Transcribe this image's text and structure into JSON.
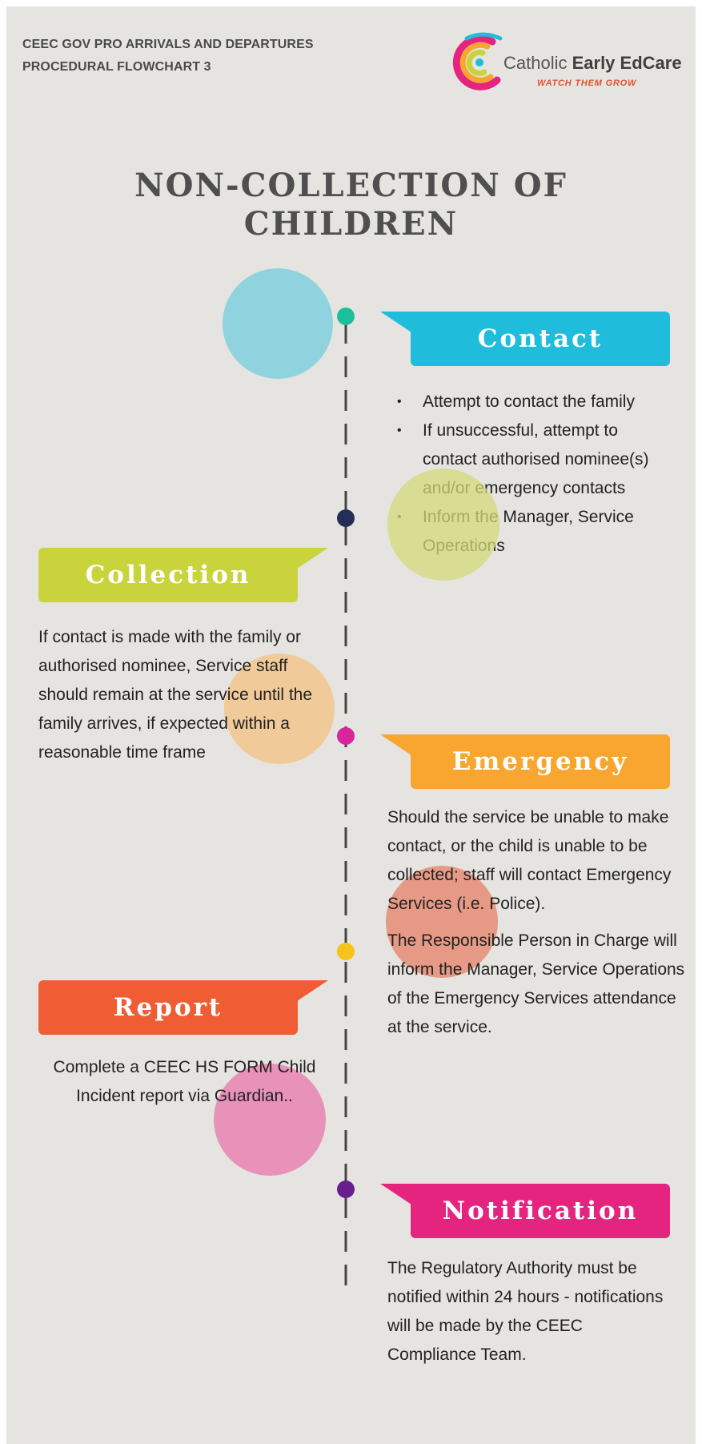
{
  "header": {
    "line1": "CEEC GOV PRO ARRIVALS AND DEPARTURES",
    "line2": "PROCEDURAL FLOWCHART 3"
  },
  "logo": {
    "name_regular": "Catholic ",
    "name_bold": "Early EdCare",
    "tagline": "WATCH THEM GROW"
  },
  "title": {
    "line1": "NON-COLLECTION OF",
    "line2": "CHILDREN"
  },
  "colors": {
    "background": "#e5e4e0",
    "contact": "#1fbcdc",
    "collection": "#c9d43d",
    "emergency": "#f8a630",
    "report": "#f05c33",
    "notification": "#e5247f"
  },
  "steps": {
    "contact": {
      "label": "Contact",
      "bullets": [
        "Attempt to contact the family",
        "If unsuccessful, attempt to contact authorised nominee(s) and/or emergency contacts",
        "Inform the Manager, Service Operations"
      ]
    },
    "collection": {
      "label": "Collection",
      "text": "If contact is made with the family or authorised nominee, Service staff should remain at the service until the family arrives, if expected within a reasonable time frame"
    },
    "emergency": {
      "label": "Emergency",
      "text1": "Should the service be unable to make contact, or the child is unable to be collected; staff will contact Emergency Services (i.e. Police).",
      "text2": "The Responsible Person in Charge will inform the Manager, Service Operations of the Emergency Services attendance at the service."
    },
    "report": {
      "label": "Report",
      "text": "Complete a CEEC HS FORM Child Incident report via Guardian.."
    },
    "notification": {
      "label": "Notification",
      "text": "The Regulatory Authority must be notified within 24 hours - notifications will be made by the CEEC Compliance Team."
    }
  }
}
